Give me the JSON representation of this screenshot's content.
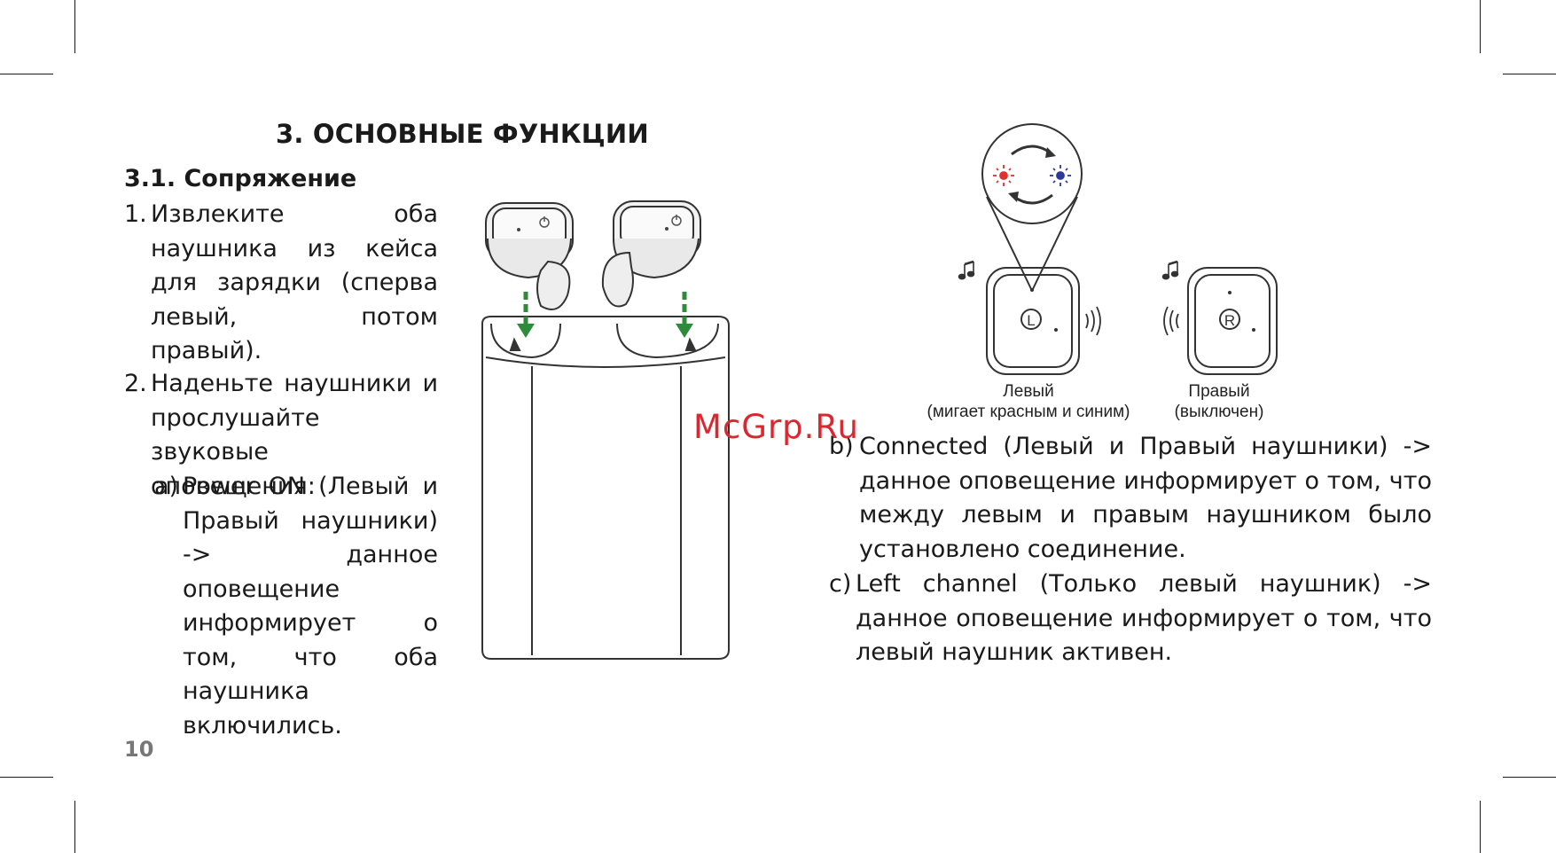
{
  "header": {
    "title": "3. ОСНОВНЫЕ ФУНКЦИИ"
  },
  "section": {
    "title": "3.1. Сопряжение"
  },
  "steps": [
    {
      "num": "1.",
      "text": "Извлеките оба наушника из кейса для зарядки (сперва левый, потом правый)."
    },
    {
      "num": "2.",
      "text": "Наденьте наушники и прослушайте звуковые оповещения:"
    }
  ],
  "substeps": [
    {
      "label": "a)",
      "text": "Power ON (Левый и Правый наушники) -> данное оповещение информирует о том, что оба наушника включились."
    },
    {
      "label": "b)",
      "text": "Connected (Левый и Правый наушники) -> данное оповещение информирует о том, что между левым и правым наушником было установлено соединение."
    },
    {
      "label": "c)",
      "text": "Left channel (Только левый наушник) -> данное оповещение информирует о том, что левый наушник активен."
    }
  ],
  "figure": {
    "left_caption": "Левый",
    "left_caption_sub": "(мигает красным и синим)",
    "right_caption": "Правый",
    "right_caption_sub": "(выключен)",
    "left_letter": "L",
    "right_letter": "R",
    "icons": [
      "music-note-icon",
      "sound-waves-icon",
      "led-red-icon",
      "led-blue-icon",
      "rotate-arrows-icon",
      "power-icon",
      "down-arrow-icon"
    ],
    "colors": {
      "led_red": "#e03030",
      "led_blue": "#2a3a9a",
      "arrow_green": "#2e8b3a"
    }
  },
  "watermark": "McGrp.Ru",
  "page_number": "10"
}
